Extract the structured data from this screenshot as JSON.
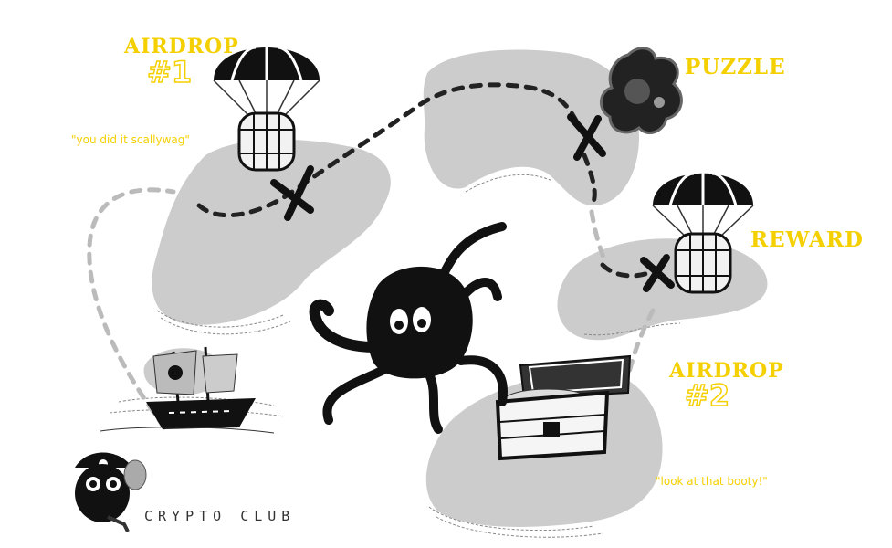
{
  "colors": {
    "accent": "#f5d000",
    "island": "#cccccc",
    "ink": "#111111",
    "path": "#222222",
    "path_alt": "#bbbbbb"
  },
  "stops": {
    "airdrop1": {
      "title": "AIRDROP",
      "number": "#1",
      "quote": "\"you did it scallywag\""
    },
    "puzzle": {
      "title": "PUZZLE"
    },
    "reward": {
      "title": "REWARD"
    },
    "airdrop2": {
      "title": "AIRDROP",
      "number": "#2",
      "quote": "\"look at that booty!\""
    }
  },
  "brand": {
    "name": "CRYPTO CLUB"
  },
  "icons": [
    "parachute-barrel-icon",
    "puzzle-piece-icon",
    "treasure-chest-icon",
    "pirate-ship-icon",
    "octopus-icon",
    "pirate-logo-icon",
    "x-mark-icon"
  ]
}
